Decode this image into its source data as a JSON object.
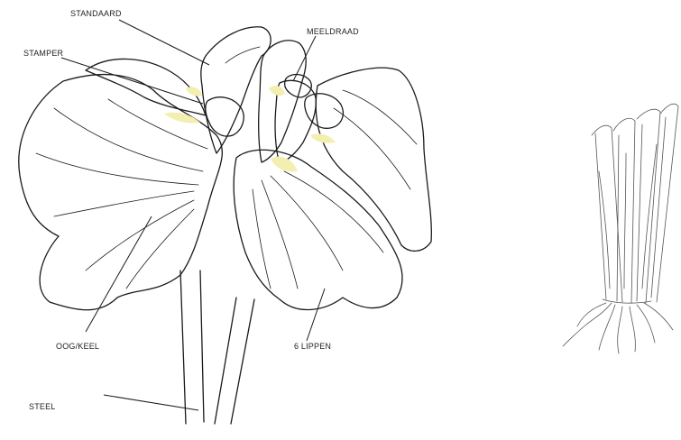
{
  "diagram": {
    "labels": {
      "standaard": "STANDAARD",
      "meeldraad": "MEELDRAAD",
      "stamper": "STAMPER",
      "oog_keel": "OOG/KEEL",
      "lippen": "6 LIPPEN",
      "steel": "STEEL"
    },
    "colors": {
      "ink": "#1a1a1a",
      "petal_fill": "#e6e6e6",
      "stamen_fill": "#8c8c8c",
      "yellow_accent": "#f2efb0",
      "sketch_ink": "#555555"
    }
  }
}
